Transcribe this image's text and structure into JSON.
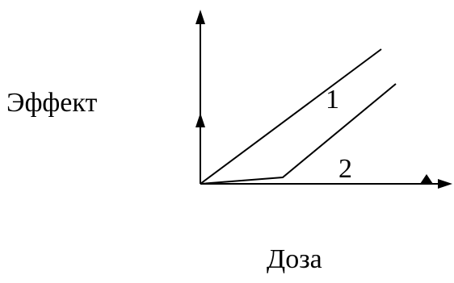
{
  "diagram": {
    "y_axis_label": "Эффект",
    "x_axis_label": "Доза",
    "curve_labels": [
      "1",
      "2"
    ],
    "line_color": "#000000",
    "background_color": "#ffffff"
  }
}
